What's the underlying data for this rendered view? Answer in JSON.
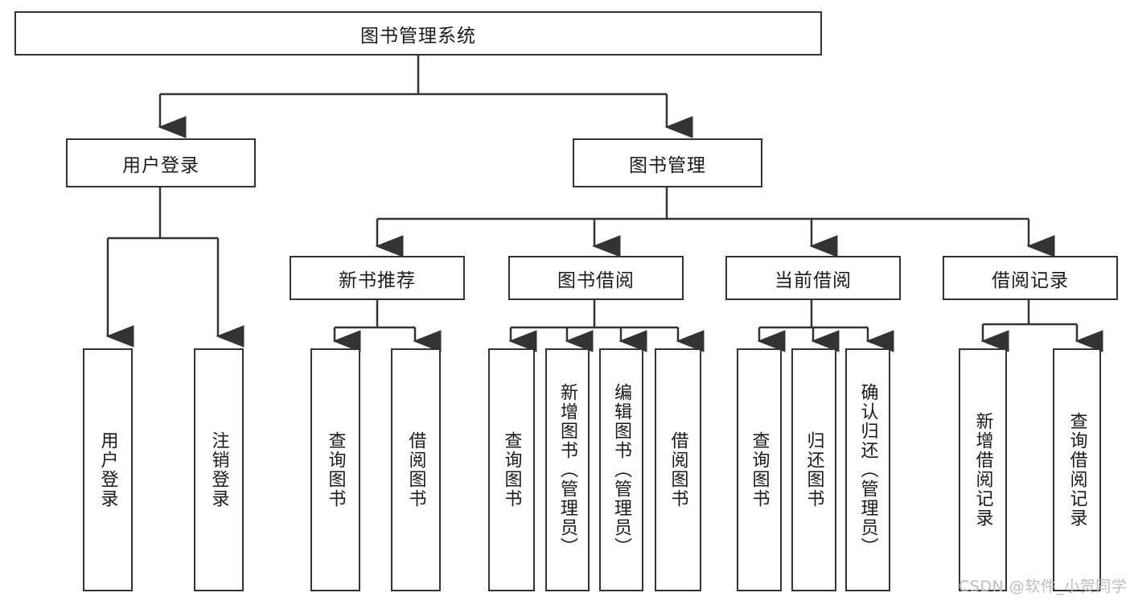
{
  "diagram": {
    "title": "图书管理系统",
    "type": "tree",
    "watermark": "CSDN @软件_小贺同学",
    "colors": {
      "stroke": "#333333",
      "fill": "#ffffff",
      "text": "#1a1a1a",
      "watermark": "#bdbdbd"
    },
    "nodes": {
      "root": {
        "label": "图书管理系统",
        "orientation": "horizontal"
      },
      "l1": [
        {
          "id": "user-login",
          "label": "用户登录",
          "orientation": "horizontal"
        },
        {
          "id": "book-manage",
          "label": "图书管理",
          "orientation": "horizontal"
        }
      ],
      "l2": [
        {
          "id": "new-book-rec",
          "label": "新书推荐",
          "orientation": "horizontal"
        },
        {
          "id": "book-borrow",
          "label": "图书借阅",
          "orientation": "horizontal"
        },
        {
          "id": "current-borrow",
          "label": "当前借阅",
          "orientation": "horizontal"
        },
        {
          "id": "borrow-record",
          "label": "借阅记录",
          "orientation": "horizontal"
        }
      ],
      "l3": {
        "user-login": [
          {
            "id": "leaf-user-login",
            "label": "用户登录",
            "orientation": "vertical"
          },
          {
            "id": "leaf-logout",
            "label": "注销登录",
            "orientation": "vertical"
          }
        ],
        "new-book-rec": [
          {
            "id": "leaf-query-book-1",
            "label": "查询图书",
            "orientation": "vertical"
          },
          {
            "id": "leaf-borrow-book-1",
            "label": "借阅图书",
            "orientation": "vertical"
          }
        ],
        "book-borrow": [
          {
            "id": "leaf-query-book-2",
            "label": "查询图书",
            "orientation": "vertical"
          },
          {
            "id": "leaf-add-book",
            "label": "新增图书（管理员）",
            "orientation": "vertical"
          },
          {
            "id": "leaf-edit-book",
            "label": "编辑图书（管理员）",
            "orientation": "vertical"
          },
          {
            "id": "leaf-borrow-book-2",
            "label": "借阅图书",
            "orientation": "vertical"
          }
        ],
        "current-borrow": [
          {
            "id": "leaf-query-book-3",
            "label": "查询图书",
            "orientation": "vertical"
          },
          {
            "id": "leaf-return-book",
            "label": "归还图书",
            "orientation": "vertical"
          },
          {
            "id": "leaf-confirm-return",
            "label": "确认归还（管理员）",
            "orientation": "vertical"
          }
        ],
        "borrow-record": [
          {
            "id": "leaf-add-record",
            "label": "新增借阅记录",
            "orientation": "vertical"
          },
          {
            "id": "leaf-query-record",
            "label": "查询借阅记录",
            "orientation": "vertical"
          }
        ]
      }
    }
  }
}
